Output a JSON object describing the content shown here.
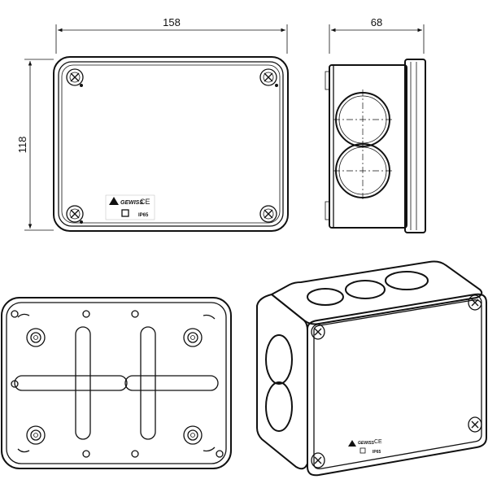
{
  "dimensions": {
    "width": "158",
    "depth": "68",
    "height": "118"
  },
  "labels": {
    "rating": "IP65",
    "rating_small": "IP65",
    "brand": "GEWISS",
    "ce_mark": "CE"
  },
  "icons": [
    "screw-icon",
    "warning-triangle-icon",
    "ce-mark-icon",
    "square-symbol-icon"
  ]
}
